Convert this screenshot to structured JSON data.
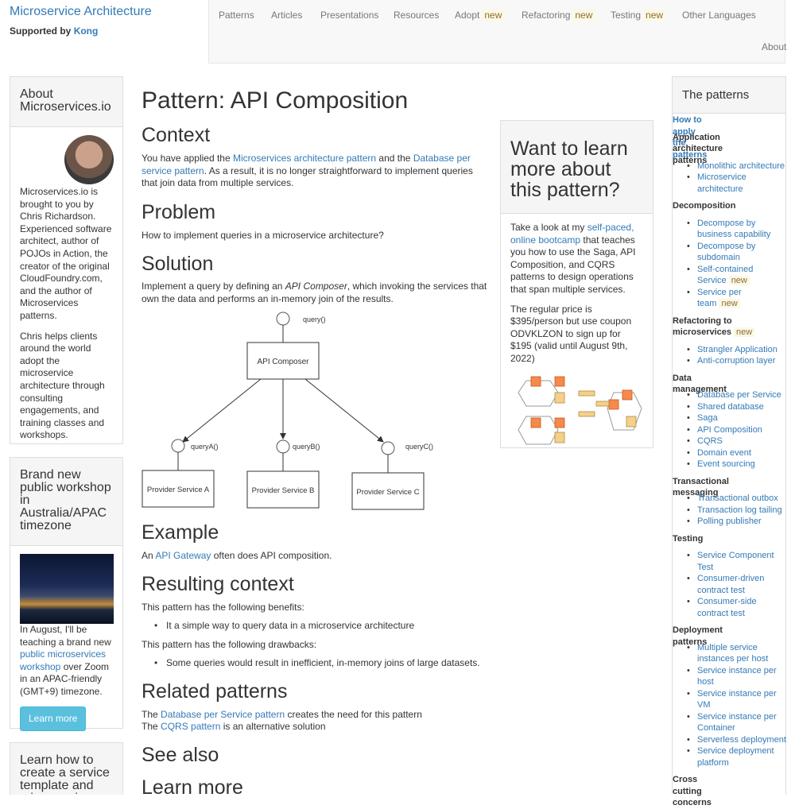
{
  "brand": {
    "title": "Microservice Architecture",
    "supported_by": "Supported by",
    "sponsor": "Kong"
  },
  "topnav": [
    {
      "label": "Patterns",
      "new": false
    },
    {
      "label": "Articles",
      "new": false
    },
    {
      "label": "Presentations",
      "new": false
    },
    {
      "label": "Resources",
      "new": false
    },
    {
      "label": "Adopt",
      "new": true
    },
    {
      "label": "Refactoring",
      "new": true
    },
    {
      "label": "Testing",
      "new": true
    },
    {
      "label": "Other Languages",
      "new": false
    }
  ],
  "topnav_about": "About",
  "new_badge": "new",
  "sidebar": {
    "about_title": "About Microservices.io",
    "about_p1": "Microservices.io is brought to you by Chris Richardson. Experienced software architect, author of POJOs in Action, the creator of the original CloudFoundry.com, and the author of Microservices patterns.",
    "about_p2": "Chris helps clients around the world adopt the microservice architecture through consulting engagements, and training classes and workshops.",
    "workshop_title": "Brand new public workshop in Australia/APAC timezone",
    "workshop_text_1": "In August, I'll be teaching a brand new",
    "workshop_link": "public microservices workshop",
    "workshop_text_2": "over Zoom in an APAC-friendly (GMT+9) timezone.",
    "learn_more_button": "Learn more",
    "template_title": "Learn how to create a service template and microservice"
  },
  "main": {
    "title": "Pattern: API Composition",
    "context_heading": "Context",
    "context_1": "You have applied the",
    "context_link1": "Microservices architecture pattern",
    "context_2": "and the",
    "context_link2": "Database per service pattern",
    "context_3": ". As a result, it is no longer straightforward to implement queries that join data from multiple services.",
    "problem_heading": "Problem",
    "problem_text": "How to implement queries in a microservice architecture?",
    "solution_heading": "Solution",
    "solution_1": "Implement a query by defining an",
    "solution_em": "API Composer",
    "solution_2": ", which invoking the services that own the data and performs an in-memory join of the results.",
    "diagram": {
      "query": "query()",
      "composer": "API Composer",
      "queryA": "queryA()",
      "queryB": "queryB()",
      "queryC": "queryC()",
      "serviceA": "Provider Service A",
      "serviceB": "Provider Service B",
      "serviceC": "Provider Service C"
    },
    "example_heading": "Example",
    "example_1": "An",
    "example_link": "API Gateway",
    "example_2": "often does API composition.",
    "resulting_heading": "Resulting context",
    "benefits_intro": "This pattern has the following benefits:",
    "benefit_1": "It a simple way to query data in a microservice architecture",
    "drawbacks_intro": "This pattern has the following drawbacks:",
    "drawback_1": "Some queries would result in inefficient, in-memory joins of large datasets.",
    "related_heading": "Related patterns",
    "related_1a": "The",
    "related_1_link": "Database per Service pattern",
    "related_1b": "creates the need for this pattern",
    "related_2a": "The",
    "related_2_link": "CQRS pattern",
    "related_2b": "is an alternative solution",
    "see_also_heading": "See also",
    "learn_more_heading": "Learn more"
  },
  "promo": {
    "title": "Want to learn more about this pattern?",
    "p1_a": "Take a look at my",
    "p1_link": "self-paced, online bootcamp",
    "p1_b": "that teaches you how to use the Saga, API Composition, and CQRS patterns to design operations that span multiple services.",
    "p2": "The regular price is $395/person but use coupon ODVKLZON to sign up for $195 (valid until August 9th, 2022)"
  },
  "patterns": {
    "title": "The patterns",
    "how_to_apply": "How to apply the patterns",
    "groups": [
      {
        "heading": "Application architecture patterns",
        "new": false,
        "items": [
          {
            "label": "Monolithic architecture",
            "new": false
          },
          {
            "label": "Microservice architecture",
            "new": false
          }
        ]
      },
      {
        "heading": "Decomposition",
        "new": false,
        "items": [
          {
            "label": "Decompose by business capability",
            "new": false
          },
          {
            "label": "Decompose by subdomain",
            "new": false
          },
          {
            "label": "Self-contained Service",
            "new": true
          },
          {
            "label": "Service per team",
            "new": true
          }
        ]
      },
      {
        "heading": "Refactoring to microservices",
        "new": true,
        "items": [
          {
            "label": "Strangler Application",
            "new": false
          },
          {
            "label": "Anti-corruption layer",
            "new": false
          }
        ]
      },
      {
        "heading": "Data management",
        "new": false,
        "items": [
          {
            "label": "Database per Service",
            "new": false
          },
          {
            "label": "Shared database",
            "new": false
          },
          {
            "label": "Saga",
            "new": false
          },
          {
            "label": "API Composition",
            "new": false
          },
          {
            "label": "CQRS",
            "new": false
          },
          {
            "label": "Domain event",
            "new": false
          },
          {
            "label": "Event sourcing",
            "new": false
          }
        ]
      },
      {
        "heading": "Transactional messaging",
        "new": false,
        "items": [
          {
            "label": "Transactional outbox",
            "new": false
          },
          {
            "label": "Transaction log tailing",
            "new": false
          },
          {
            "label": "Polling publisher",
            "new": false
          }
        ]
      },
      {
        "heading": "Testing",
        "new": false,
        "items": [
          {
            "label": "Service Component Test",
            "new": false
          },
          {
            "label": "Consumer-driven contract test",
            "new": false
          },
          {
            "label": "Consumer-side contract test",
            "new": false
          }
        ]
      },
      {
        "heading": "Deployment patterns",
        "new": false,
        "items": [
          {
            "label": "Multiple service instances per host",
            "new": false
          },
          {
            "label": "Service instance per host",
            "new": false
          },
          {
            "label": "Service instance per VM",
            "new": false
          },
          {
            "label": "Service instance per Container",
            "new": false
          },
          {
            "label": "Serverless deployment",
            "new": false
          },
          {
            "label": "Service deployment platform",
            "new": false
          }
        ]
      },
      {
        "heading": "Cross cutting concerns",
        "new": false,
        "items": []
      }
    ]
  }
}
